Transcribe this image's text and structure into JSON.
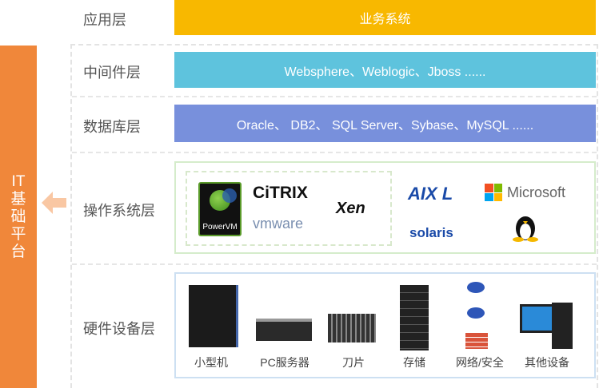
{
  "platform_label": "IT基础平台",
  "layers": {
    "app": {
      "label": "应用层",
      "content": "业务系统"
    },
    "middleware": {
      "label": "中间件层",
      "content": "Websphere、Weblogic、Jboss ......"
    },
    "database": {
      "label": "数据库层",
      "content": "Oracle、 DB2、 SQL Server、Sybase、MySQL ......"
    },
    "os": {
      "label": "操作系统层",
      "logos": {
        "powervm": "PowerVM",
        "citrix": "CiTRIX",
        "vmware": "vmware",
        "xen": "Xen",
        "aix": "AIX L",
        "microsoft": "Microsoft",
        "solaris": "solaris"
      }
    },
    "hardware": {
      "label": "硬件设备层",
      "devices": [
        "小型机",
        "PC服务器",
        "刀片",
        "存储",
        "网络/安全",
        "其他设备"
      ]
    }
  },
  "colors": {
    "app": "#f8b800",
    "middleware": "#5ec3dd",
    "database": "#7890dc",
    "platform": "#f0873a",
    "arrow": "#f9c7a3"
  }
}
